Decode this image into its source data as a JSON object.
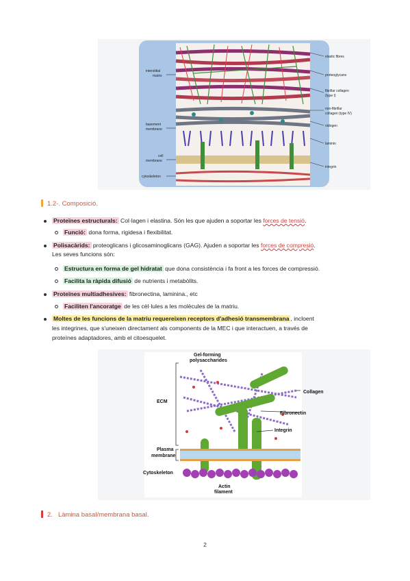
{
  "figure1": {
    "left_labels": [
      "interstitial",
      "matrix",
      "basement",
      "membrane",
      "cell",
      "membrane",
      "cytoskeleton"
    ],
    "right_labels": [
      "elastic fibres",
      "proteoglycans",
      "fibrillar collagen",
      "(type I)",
      "non-fibrillar",
      "collagen (type IV)",
      "nidogen",
      "laminin",
      "integrin"
    ]
  },
  "section_heading": "1.2-. Composició.",
  "items": {
    "structural": {
      "label": "Proteïnes estructurals:",
      "text": " Col·lagen i elastina. Són les que ajuden a soportar les ",
      "red": "forces de tensió",
      "end": "."
    },
    "funcio": {
      "label": "Funció:",
      "text": " dona forma, rigidesa i flexibilitat."
    },
    "polisacarids": {
      "label": "Polisacàrids:",
      "text": " proteoglicans i glicosaminoglicans (GAG). Ajuden a soportar les ",
      "red": "forces de compresió",
      "end": ".",
      "line2": "Les seves funcions són:"
    },
    "gel": {
      "label": "Estructura en forma de gel hidratat",
      "text": " que dona consistència i fa front a les forces de compressió."
    },
    "difusio": {
      "label": "Facilita la ràpida difusió",
      "text": " de nutrients i metabòlits."
    },
    "multi": {
      "label": "Proteïnes multiadhesives:",
      "text": " fibronectina, laminina., etc"
    },
    "ancoratge": {
      "label": "Faciliten l'ancoratge",
      "text": " de les cèl·lules a les molècules de la matriu."
    },
    "receptors": {
      "label": "Moltes de les funcions de la matriu requereixen receptors d'adhesió transmembrana",
      "text": ", incloent",
      "line2": "les integrines, que s'uneixen directament als components de la MEC i que interactuen, a través de",
      "line3": "proteïnes adaptadores, amb el citoesquelet."
    }
  },
  "figure2": {
    "title1": "Gel-forming",
    "title2": "polysaccharides",
    "ecm": "ECM",
    "collagen": "Collagen",
    "fibronectin": "Fibronectin",
    "integrin": "Integrin",
    "plasma1": "Plasma",
    "plasma2": "membrane",
    "cytoskeleton": "Cytoskeleton",
    "actin1": "Actin",
    "actin2": "filament"
  },
  "section2": {
    "number": "2.",
    "title": "Làmina basal/membrana basal."
  },
  "page_number": "2",
  "colors": {
    "heading": "#d0553a",
    "bar1": "#f2a533",
    "bar2": "#d93a3a",
    "pink": "#f7d3dc",
    "green": "#d4f2dc",
    "yellow": "#fbeea3"
  }
}
